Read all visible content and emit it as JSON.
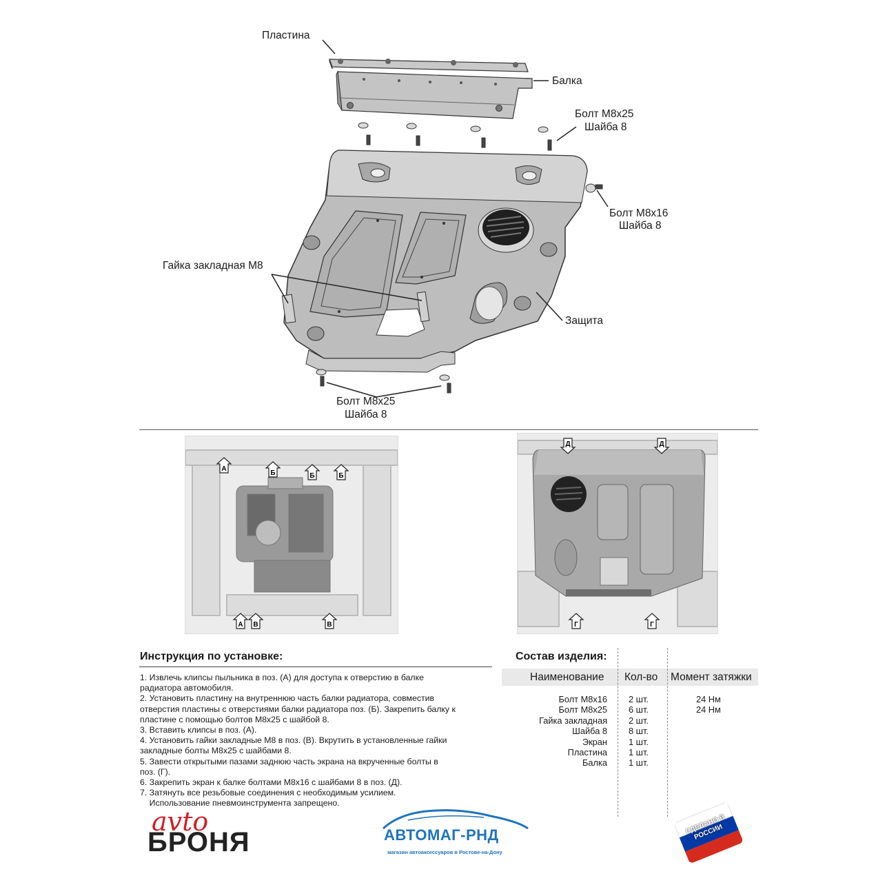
{
  "diagram": {
    "labels": {
      "plastina": "Пластина",
      "balka": "Балка",
      "bolt_top_1": "Болт М8х25",
      "washer_top_1": "Шайба 8",
      "bolt_side_1": "Болт М8х16",
      "washer_side_1": "Шайба 8",
      "nut": "Гайка закладная М8",
      "shield": "Защита",
      "bolt_bottom_1": "Болт М8х25",
      "washer_bottom_1": "Шайба 8"
    }
  },
  "photo_left": {
    "markers": [
      "А",
      "Б",
      "Б",
      "Б",
      "А",
      "В",
      "В"
    ]
  },
  "photo_right": {
    "markers": [
      "Д",
      "Д",
      "Г",
      "Г"
    ]
  },
  "instructions": {
    "title": "Инструкция по установке:",
    "lines": [
      "1. Извлечь клипсы пыльника в поз. (А) для доступа к отверстию в балке",
      "радиатора автомобиля.",
      "2. Установить пластину на внутреннюю часть балки радиатора, совместив",
      "отверстия пластины с отверстиями балки радиатора поз. (Б). Закрепить балку к",
      "пластине с помощью болтов М8х25 с шайбой 8.",
      "3. Вставить клипсы в поз. (А).",
      "4. Установить гайки закладные М8 в поз. (В). Вкрутить в установленные гайки",
      "закладные болты М8х25 с шайбами 8.",
      "5. Завести открытыми пазами заднюю часть экрана на вкрученные болты в",
      "поз. (Г).",
      "6. Закрепить экран к балке болтами М8х16 с шайбами 8 в поз. (Д).",
      "7. Затянуть все резьбовые соединения с необходимым усилием.",
      "    Использование пневмоинструмента запрещено."
    ]
  },
  "composition": {
    "title": "Состав изделия:",
    "headers": {
      "name": "Наименование",
      "qty": "Кол-во",
      "torque": "Момент затяжки"
    },
    "names": [
      "Болт М8х16",
      "Болт М8х25",
      "Гайка закладная",
      "Шайба 8",
      "Экран",
      "Пластина",
      "Балка"
    ],
    "qtys": [
      "2 шт.",
      "6 шт.",
      "2 шт.",
      "8 шт.",
      "1 шт.",
      "1 шт.",
      "1 шт."
    ],
    "torques": [
      "24 Нм",
      "24 Нм"
    ]
  },
  "logos": {
    "autobronya_script": "avto",
    "autobronya_main": "БРОНЯ",
    "automag_name": "АВТОМАГ-РНД",
    "automag_sub": "магазин автоаксессуаров в Ростове-на-Дону",
    "russia_badge": "СДЕЛАНО В РОССИИ"
  },
  "colors": {
    "part_fill": "#bdbdbd",
    "part_stroke": "#333333",
    "automag_blue": "#1e73be",
    "flag_red": "#d52b1e",
    "flag_blue": "#0039a6"
  }
}
